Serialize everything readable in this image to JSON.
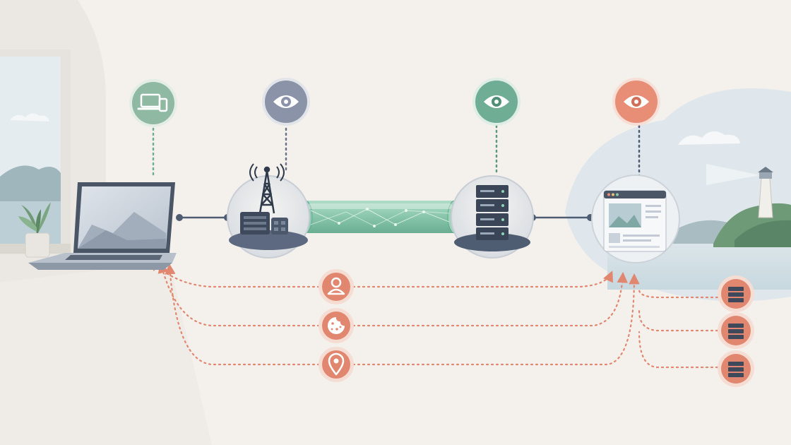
{
  "colors": {
    "background": "#f4f1ec",
    "device_badge": "#8fb9a3",
    "isp_eye_badge": "#8a93a8",
    "vpn_eye_badge": "#6fae95",
    "site_eye_badge": "#e88d76",
    "tunnel": "#7fc2a6",
    "tracker_dots": "#e2876f",
    "solid_link": "#4f5d73"
  },
  "nodes": [
    {
      "id": "laptop",
      "role": "user device",
      "badge_icon": "laptop-phone-icon"
    },
    {
      "id": "isp",
      "role": "cell tower and router",
      "badge_icon": "eye-icon"
    },
    {
      "id": "vpn-server",
      "role": "server stack",
      "badge_icon": "eye-icon"
    },
    {
      "id": "website",
      "role": "browser window",
      "badge_icon": "eye-icon"
    }
  ],
  "trackers": [
    {
      "id": "identity",
      "icon": "user-icon"
    },
    {
      "id": "cookies",
      "icon": "cookie-icon"
    },
    {
      "id": "location",
      "icon": "location-pin-icon"
    }
  ],
  "third_party_servers": [
    {
      "icon": "server-icon"
    },
    {
      "icon": "server-icon"
    },
    {
      "icon": "server-icon"
    }
  ]
}
